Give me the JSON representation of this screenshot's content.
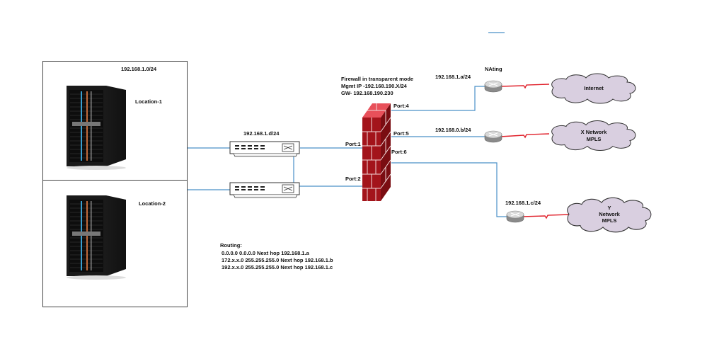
{
  "diagram": {
    "locations": [
      {
        "name": "Location-1",
        "subnet": "192.168.1.0/24"
      },
      {
        "name": "Location-2"
      }
    ],
    "switch": {
      "subnet": "192.168.1.d/24"
    },
    "firewall": {
      "title": "Firewall in transparent mode",
      "mgmt_ip": "Mgmt IP -192.168.190.X/24",
      "gateway": "GW- 192.168.190.230",
      "ports": [
        "Port:1",
        "Port:2",
        "Port:4",
        "Port:5",
        "Port:6"
      ]
    },
    "routers": [
      {
        "label": "NAting",
        "subnet": "192.168.1.a/24",
        "cloud": "Internet"
      },
      {
        "subnet": "192.168.0.b/24",
        "cloud_line1": "X Network",
        "cloud_line2": "MPLS"
      },
      {
        "subnet": "192.168.1.c/24",
        "cloud_line1": "Y",
        "cloud_line2": "Network",
        "cloud_line3": "MPLS"
      }
    ],
    "routing": {
      "title": "Routing:",
      "routes": [
        "0.0.0.0 0.0.0.0  Next hop  192.168.1.a",
        "172.x.x.0 255.255.255.0   Next hop  192.168.1.b",
        "192.x.x.0 255.255.255.0 Next hop 192.168.1.c"
      ]
    },
    "colors": {
      "link": "#4a90c8",
      "wan_link": "#e0202a",
      "firewall": "#a3141b",
      "cloud": "#d9cfe0"
    }
  }
}
